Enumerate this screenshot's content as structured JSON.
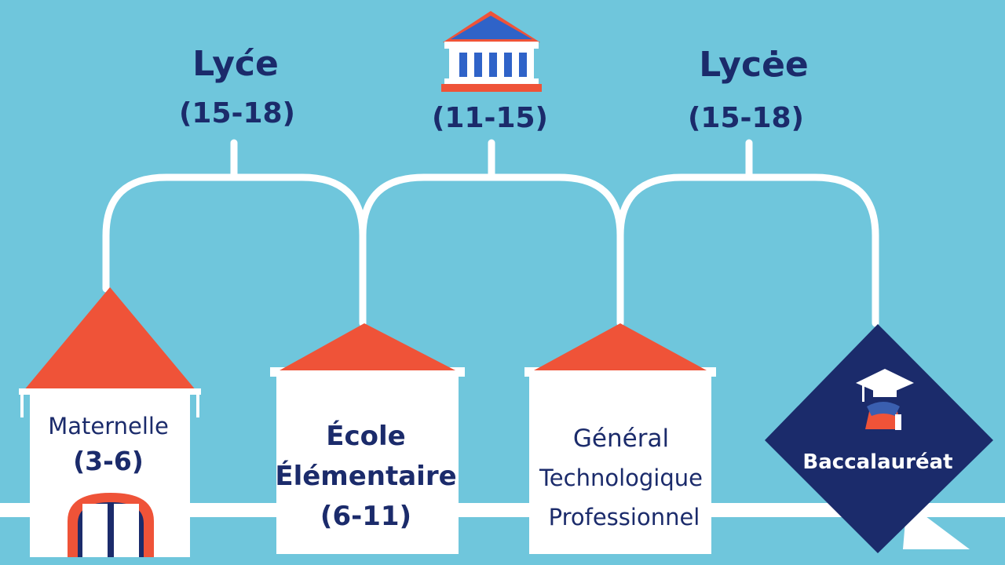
{
  "colors": {
    "background": "#6fc6dc",
    "connector": "#ffffff",
    "roof": "#ef5338",
    "building": "#ffffff",
    "text": "#1b2b6b",
    "diploma_badge": "#1b2b6b",
    "temple_roof": "#2f63c8"
  },
  "top_labels": {
    "left": {
      "title": "Lyće",
      "ages": "(15-18)"
    },
    "center": {
      "icon": "temple-icon",
      "ages": "(11-15)"
    },
    "right": {
      "title": "Lycėe",
      "ages": "(15-18)"
    }
  },
  "stages": {
    "maternelle": {
      "name": "Maternelle",
      "ages": "(3-6)"
    },
    "elementaire": {
      "line1": "École",
      "line2": "Élémentaire",
      "ages": "(6-11)"
    },
    "lycee_tracks": {
      "line1": "Général",
      "line2": "Technologique",
      "line3": "Professionnel"
    },
    "baccalaureat": {
      "label": "Baccalauréat",
      "icon": "graduate-icon"
    }
  }
}
